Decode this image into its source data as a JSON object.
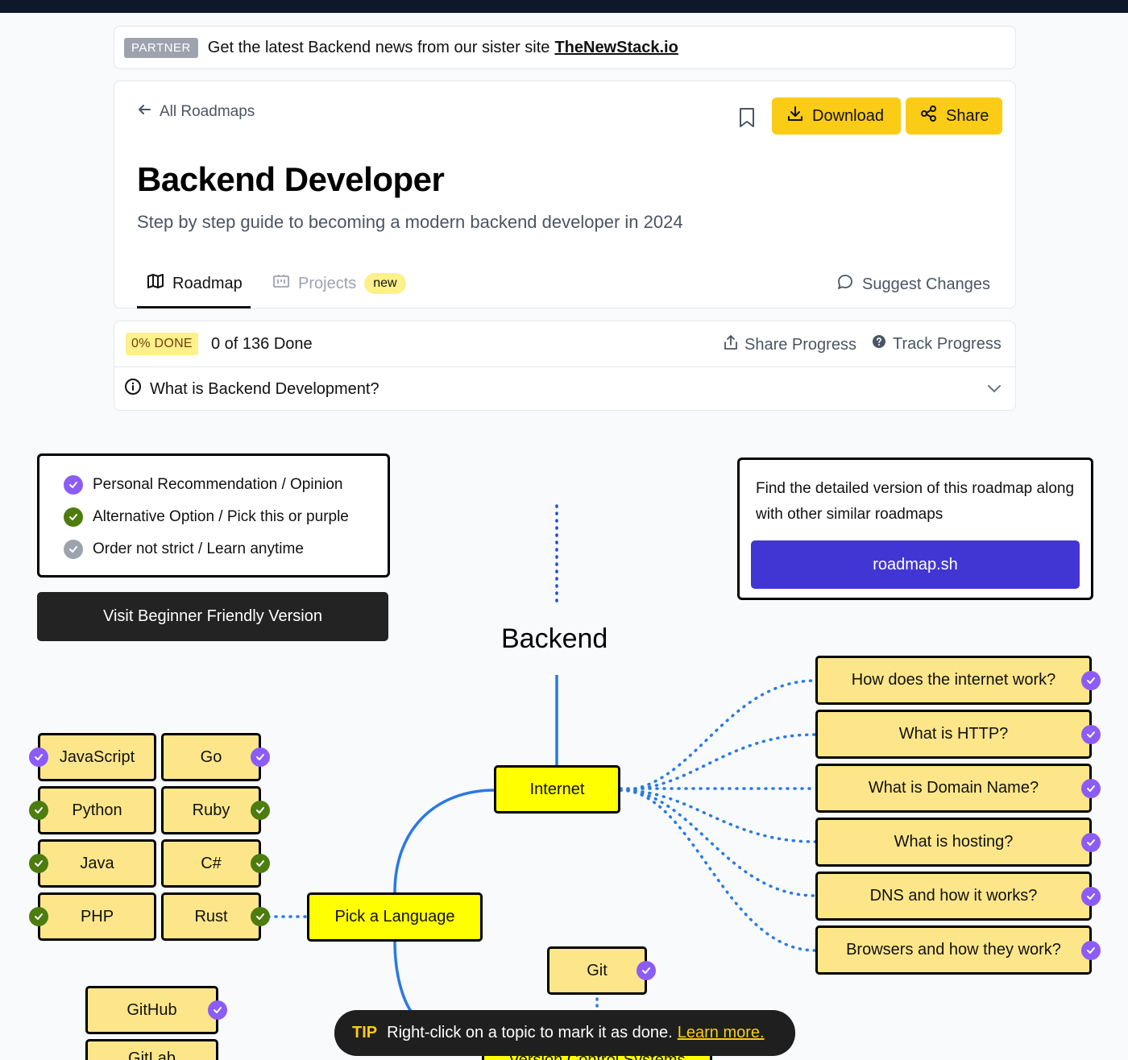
{
  "partner": {
    "badge": "PARTNER",
    "text": "Get the latest Backend news from our sister site",
    "link": "TheNewStack.io"
  },
  "header": {
    "back_label": "All Roadmaps",
    "download_label": "Download",
    "share_label": "Share",
    "title": "Backend Developer",
    "subtitle": "Step by step guide to becoming a modern backend developer in 2024",
    "tabs": {
      "roadmap": "Roadmap",
      "projects": "Projects",
      "projects_badge": "new"
    },
    "suggest_label": "Suggest Changes"
  },
  "progress": {
    "badge": "0% DONE",
    "done_text": "0 of 136 Done",
    "share_label": "Share Progress",
    "track_label": "Track Progress",
    "faq_label": "What is Backend Development?"
  },
  "legend": {
    "items": [
      {
        "label": "Personal Recommendation / Opinion",
        "color": "#8b5cf6"
      },
      {
        "label": "Alternative Option / Pick this or purple",
        "color": "#4d7c0f"
      },
      {
        "label": "Order not strict / Learn anytime",
        "color": "#9ca3af"
      }
    ]
  },
  "beginner_button": "Visit Beginner Friendly Version",
  "info_box": {
    "text": "Find the detailed version of this roadmap along with other similar roadmaps",
    "button": "roadmap.sh"
  },
  "roadmap": {
    "title": "Backend",
    "internet": "Internet",
    "pick_language": "Pick a Language",
    "internet_topics": [
      "How does the internet work?",
      "What is HTTP?",
      "What is Domain Name?",
      "What is hosting?",
      "DNS and how it works?",
      "Browsers and how they work?"
    ],
    "languages": {
      "javascript": "JavaScript",
      "go": "Go",
      "python": "Python",
      "ruby": "Ruby",
      "java": "Java",
      "csharp": "C#",
      "php": "PHP",
      "rust": "Rust"
    },
    "git": "Git",
    "github": "GitHub",
    "gitlab": "GitLab",
    "vcs": "Version Control Systems"
  },
  "tip": {
    "label": "TIP",
    "text": "Right-click on a topic to mark it as done.",
    "link": "Learn more."
  },
  "colors": {
    "accent_yellow": "#facc15",
    "node_fill": "#fde68a",
    "main_node_fill": "#ffff00",
    "recommend": "#8b5cf6",
    "alternative": "#4d7c0f",
    "roadmap_button": "#4136d4",
    "line_blue": "#2a79e4"
  }
}
